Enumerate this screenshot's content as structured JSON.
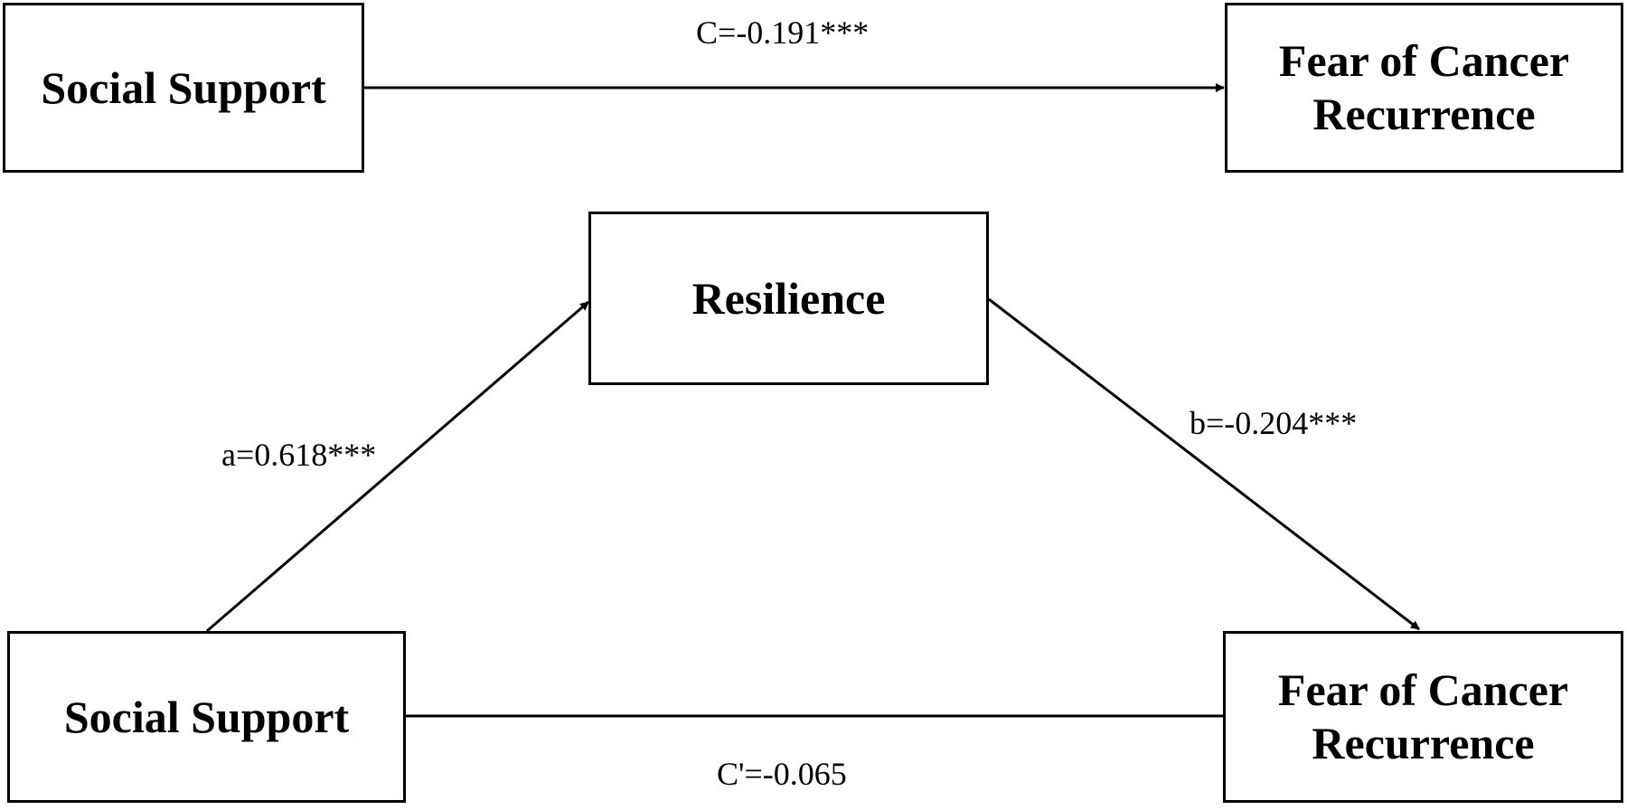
{
  "top_model": {
    "predictor": "Social Support",
    "outcome": "Fear of Cancer Recurrence",
    "path_c": "C=-0.191***"
  },
  "mediation_model": {
    "predictor": "Social Support",
    "mediator": "Resilience",
    "outcome": "Fear of Cancer Recurrence",
    "path_a": "a=0.618***",
    "path_b": "b=-0.204***",
    "path_c_prime": "C'=-0.065"
  }
}
